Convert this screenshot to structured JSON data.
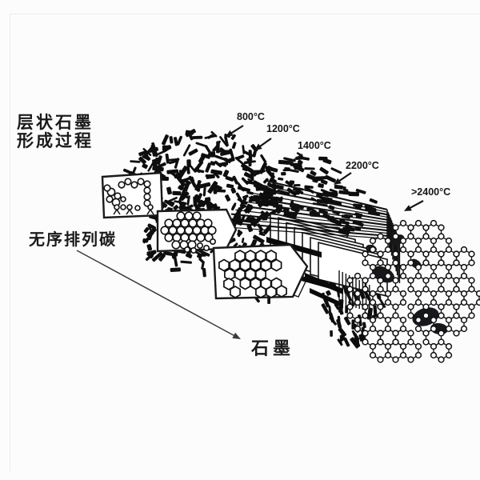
{
  "page": {
    "background": "#fcfcfc",
    "frame_line_color": "#ededed",
    "ink_color": "#111111"
  },
  "title": {
    "line1": "层状石墨",
    "line2": "形成过程"
  },
  "labels": {
    "disordered_carbon": "无序排列碳",
    "graphite": "石墨"
  },
  "temperatures": [
    {
      "label": "800°C"
    },
    {
      "label": "1200°C"
    },
    {
      "label": "1400°C"
    },
    {
      "label": "2200°C"
    },
    {
      "label": ">2400°C"
    }
  ],
  "figure": {
    "stages": [
      "disordered-carbon-flake-mass",
      "callout-chain-molecules",
      "callout-ring-cluster",
      "callout-hexagon-rings",
      "stacked-graphite-plates",
      "graphite-hexagonal-lattice"
    ]
  }
}
